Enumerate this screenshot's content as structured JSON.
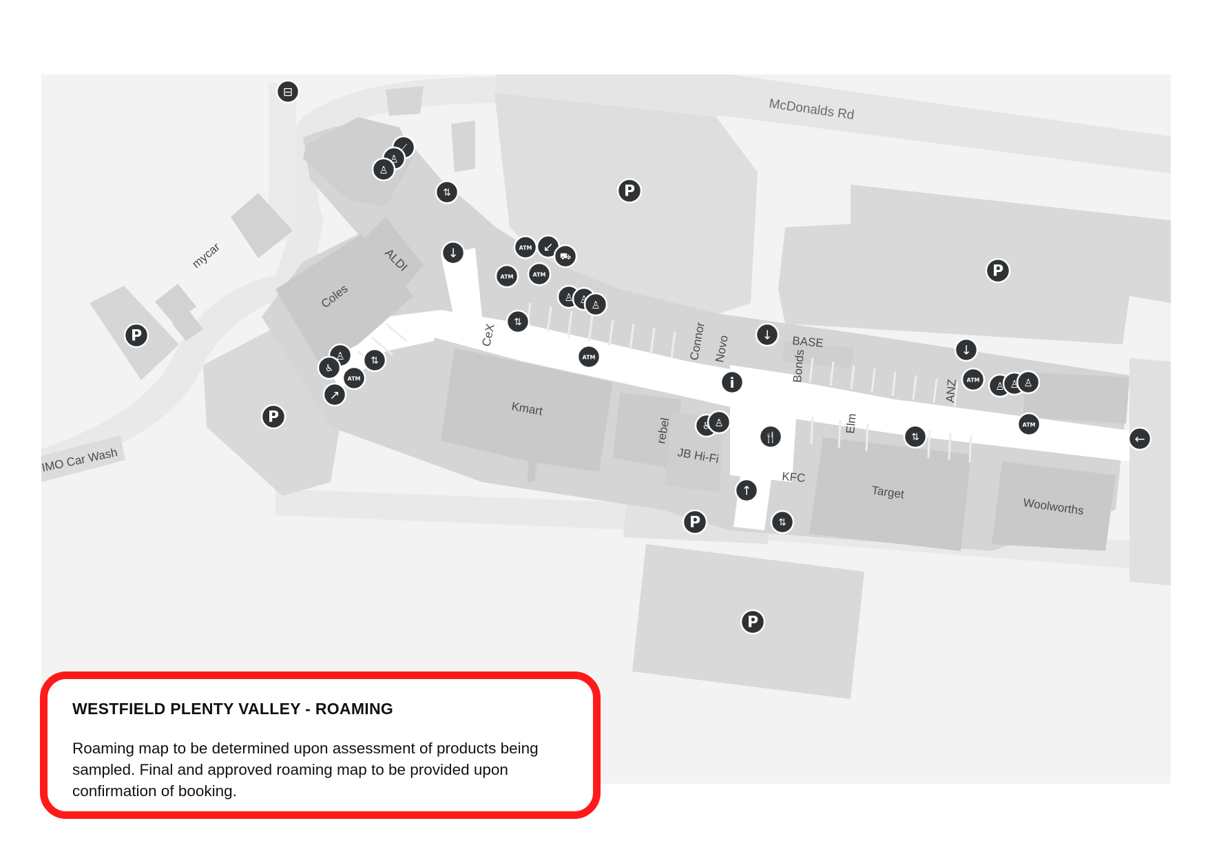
{
  "map": {
    "roads": [
      "McDonalds Rd",
      "IMO Car Wash"
    ],
    "stores": [
      "mycar",
      "Coles",
      "ALDI",
      "CeX",
      "Kmart",
      "rebel",
      "JB Hi-Fi",
      "Connor",
      "Novo",
      "BASE",
      "Bonds",
      "Elm",
      "ANZ",
      "KFC",
      "Target",
      "Woolworths"
    ],
    "icons": {
      "parking": "P",
      "atm": "ATM",
      "info": "i",
      "bus": "bus-icon",
      "escalator": "escalator-icon",
      "lift": "lift-icon",
      "restroom": "restroom-icon",
      "dining": "dining-icon",
      "arrow": "entrance-arrow-icon",
      "taxi": "taxi-icon",
      "accessible": "accessible-icon"
    },
    "colors": {
      "background": "#f3f3f3",
      "building": "#d6d6d6",
      "walkway": "#ffffff",
      "road": "#e6e6e6",
      "marker": "#2f3336"
    }
  },
  "info_box": {
    "title": "WESTFIELD PLENTY VALLEY - ROAMING",
    "body": "Roaming map to be determined upon assessment of products being sampled.  Final and approved roaming map to be provided upon confirmation of booking.",
    "border_color": "#ff1a1a"
  }
}
